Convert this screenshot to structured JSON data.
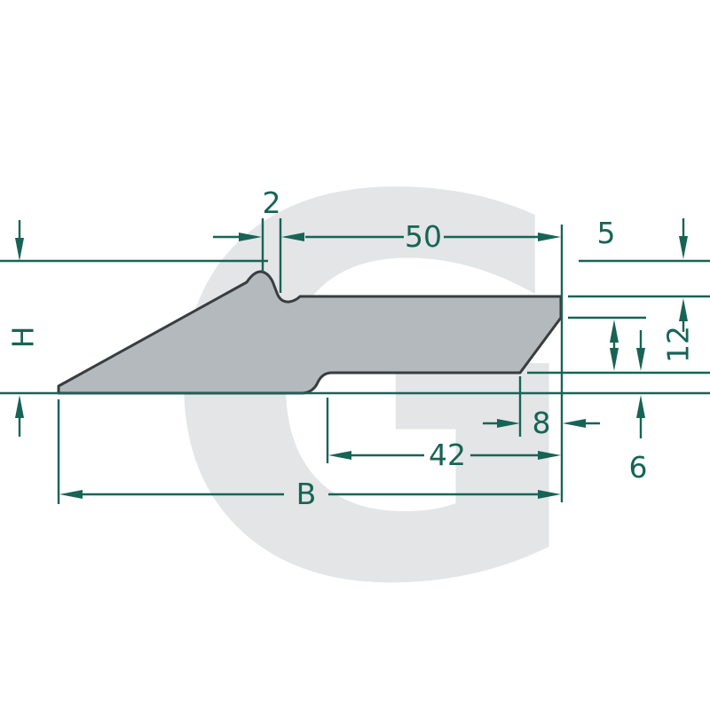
{
  "drawing": {
    "title": "blade-profile-dimension-drawing",
    "watermark_letter": "G",
    "labels": {
      "d2": "2",
      "d50": "50",
      "d5": "5",
      "d12": "12",
      "dH": "H",
      "d8": "8",
      "d42": "42",
      "d6": "6",
      "dB": "B"
    },
    "colors": {
      "dimension": "#176456",
      "blade_fill": "#b3b9bc",
      "blade_outline": "#383d40",
      "watermark": "#e3e5e6"
    }
  }
}
